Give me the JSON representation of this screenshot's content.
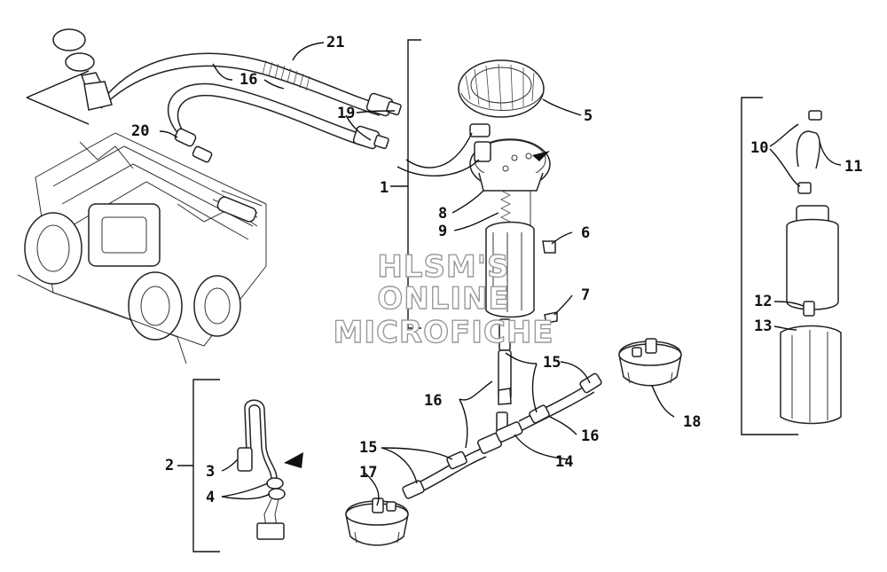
{
  "callouts": {
    "c1": "1",
    "c2": "2",
    "c3": "3",
    "c4": "4",
    "c5": "5",
    "c6": "6",
    "c7": "7",
    "c8": "8",
    "c9": "9",
    "c10": "10",
    "c11": "11",
    "c12": "12",
    "c13": "13",
    "c14": "14",
    "c15a": "15",
    "c15b": "15",
    "c16a": "16",
    "c16b": "16",
    "c16c": "16",
    "c17": "17",
    "c18": "18",
    "c19": "19",
    "c20": "20",
    "c21": "21"
  },
  "watermark": {
    "line1": "HLSM'S",
    "line2": "ONLINE",
    "line3": "MICROFICHE"
  }
}
